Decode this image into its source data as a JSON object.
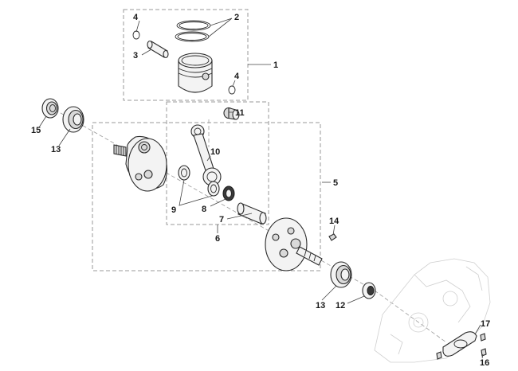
{
  "callouts": {
    "c1": "1",
    "c2": "2",
    "c3": "3",
    "c4a": "4",
    "c4b": "4",
    "c5": "5",
    "c6": "6",
    "c7": "7",
    "c8": "8",
    "c9": "9",
    "c10": "10",
    "c11": "11",
    "c12": "12",
    "c13a": "13",
    "c13b": "13",
    "c14": "14",
    "c15": "15",
    "c16": "16",
    "c17": "17"
  }
}
